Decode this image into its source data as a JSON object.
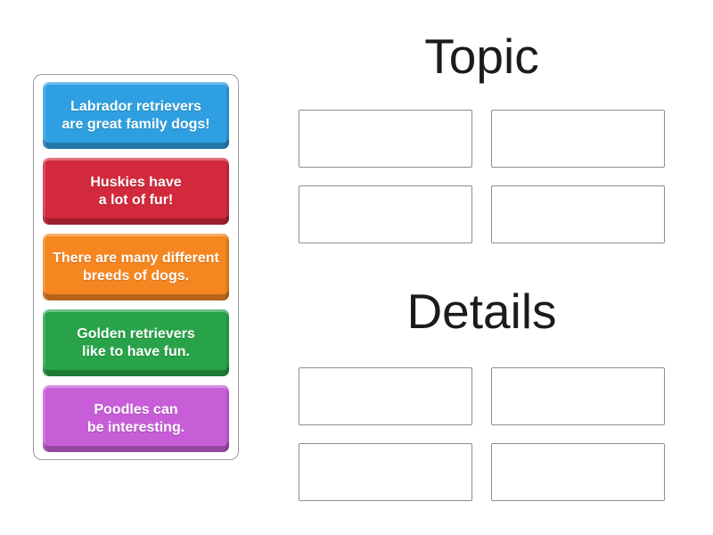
{
  "page": {
    "background": "#ffffff",
    "heading_color": "#1b1b1b",
    "slot_border_color": "#8e8e8e",
    "tray_border_color": "#9a9a9a"
  },
  "source_panel": {
    "cards": [
      {
        "label": "Labrador retrievers are great family dogs!",
        "color": "#2E9FE0"
      },
      {
        "label": "Huskies have a lot of fur!",
        "color": "#D2293C"
      },
      {
        "label": "There are many different breeds of dogs.",
        "color": "#F6861F"
      },
      {
        "label": "Golden retrievers like to have fun.",
        "color": "#28A349"
      },
      {
        "label": "Poodles can be interesting.",
        "color": "#C75ED8"
      }
    ]
  },
  "groups": [
    {
      "title": "Topic",
      "slot_count": 4
    },
    {
      "title": "Details",
      "slot_count": 4
    }
  ]
}
